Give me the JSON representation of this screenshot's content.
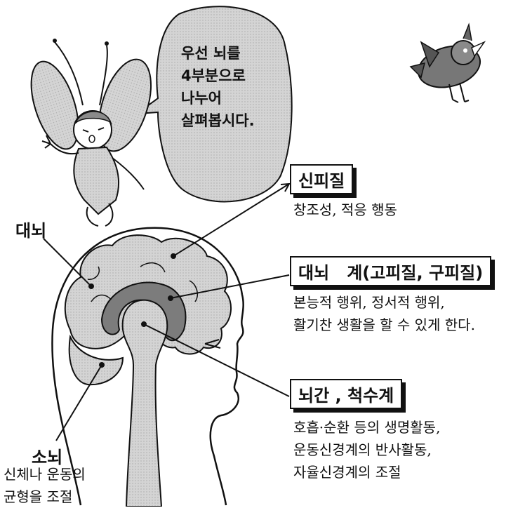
{
  "speech_bubble": {
    "lines": [
      "우선 뇌를",
      "4부분으로",
      "나누어",
      "살펴봅시다."
    ]
  },
  "labels": {
    "cortex": {
      "title": "신피질",
      "desc": [
        "창조성, 적응 행동"
      ]
    },
    "limbic": {
      "title": "대뇌   계(고피질, 구피질)",
      "desc": [
        "본능적 행위, 정서적 행위,",
        "활기찬 생활을 할 수 있게 한다."
      ]
    },
    "brainstem": {
      "title": "뇌간 , 척수계",
      "desc": [
        "호흡·순환 등의 생명활동,",
        "운동신경계의 반사활동,",
        "자율신경계의 조절"
      ]
    },
    "cerebrum": {
      "title": "대뇌"
    },
    "cerebellum": {
      "title": "소뇌",
      "desc": [
        "신체나 운동의",
        "균형을 조절"
      ]
    }
  }
}
